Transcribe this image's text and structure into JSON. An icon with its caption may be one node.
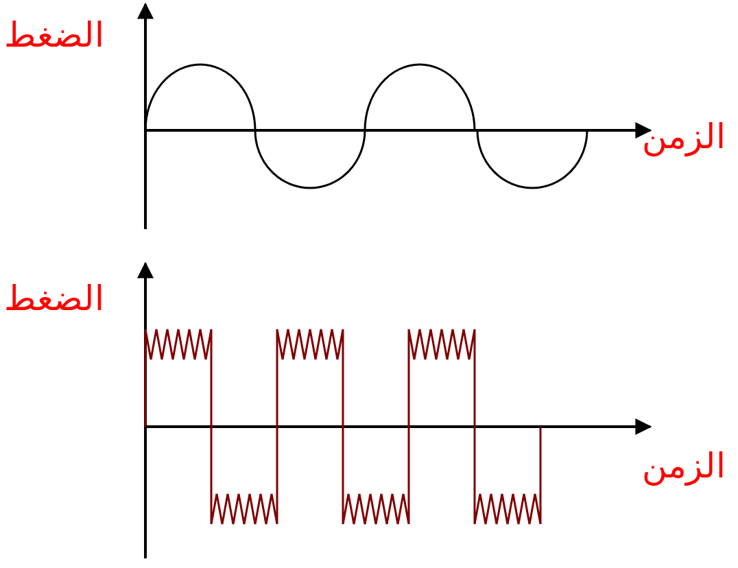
{
  "diagram": {
    "labels": [
      "الضغط",
      "الزمن",
      "الضغط",
      "الزمن"
    ]
  }
}
